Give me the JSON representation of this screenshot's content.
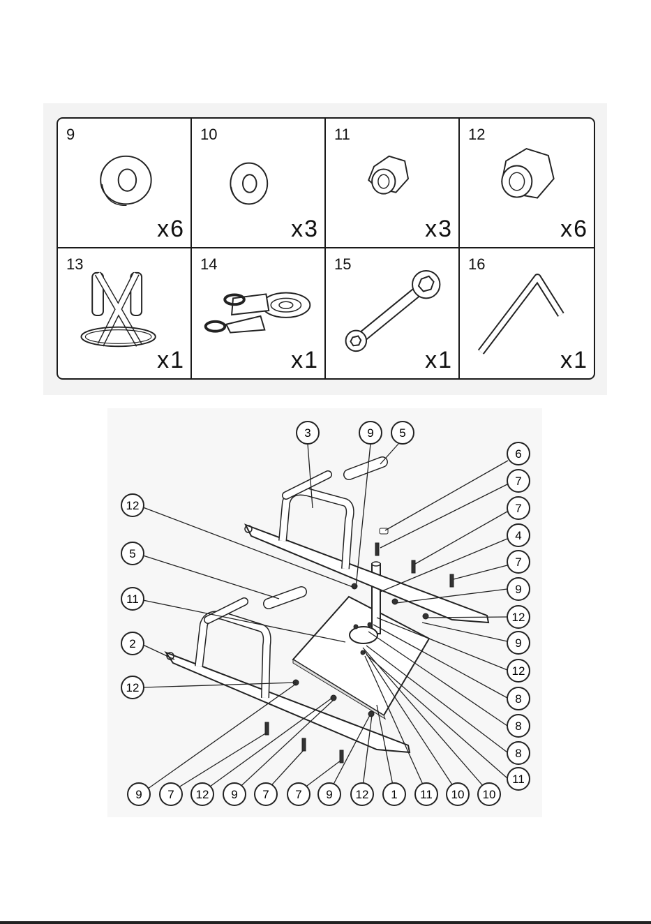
{
  "parts": [
    {
      "number": "9",
      "quantity": "x6",
      "icon": "washer-icon"
    },
    {
      "number": "10",
      "quantity": "x3",
      "icon": "washer-small-icon"
    },
    {
      "number": "11",
      "quantity": "x3",
      "icon": "lock-nut-icon"
    },
    {
      "number": "12",
      "quantity": "x6",
      "icon": "lock-nut-large-icon"
    },
    {
      "number": "13",
      "quantity": "x1",
      "icon": "harness-icon"
    },
    {
      "number": "14",
      "quantity": "x1",
      "icon": "strap-icon"
    },
    {
      "number": "15",
      "quantity": "x1",
      "icon": "wrench-icon"
    },
    {
      "number": "16",
      "quantity": "x1",
      "icon": "allen-key-icon"
    }
  ],
  "callouts": {
    "c3": "3",
    "c9top": "9",
    "c5top": "5",
    "c6": "6",
    "c7a": "7",
    "c7b": "7",
    "c4": "4",
    "c7c": "7",
    "c12left": "12",
    "c5left": "5",
    "c11left": "11",
    "c2": "2",
    "c12low": "12",
    "c9r1": "9",
    "c12r1": "12",
    "c9r2": "9",
    "c12r2": "12",
    "c8a": "8",
    "c8b": "8",
    "c8c": "8",
    "c11r": "11",
    "b1": "9",
    "b2": "7",
    "b3": "12",
    "b4": "9",
    "b5": "7",
    "b6": "7",
    "b7": "9",
    "b8": "12",
    "b9": "1",
    "b10": "11",
    "b11": "10",
    "b12": "10"
  }
}
